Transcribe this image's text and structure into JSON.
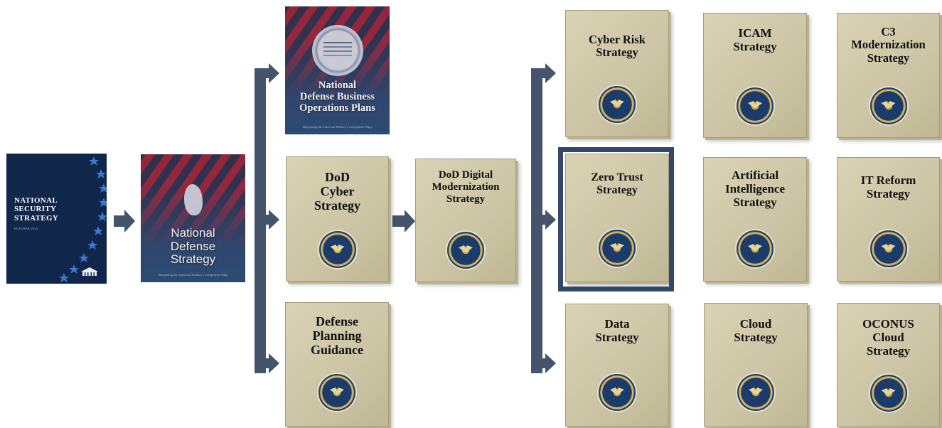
{
  "colors": {
    "connector": "#44546a",
    "highlight": "#33476a",
    "document": "#d9d2b4",
    "nss_cover": "#10264b"
  },
  "documents": {
    "nss": {
      "title": "NATIONAL\nSECURITY\nSTRATEGY",
      "subtitle": "OCTOBER 2022"
    },
    "nds": {
      "title": "National\nDefense\nStrategy",
      "fine_print": "Sharpening the American Military's Competitive Edge"
    },
    "ndbop": {
      "title": "National\nDefense Business\nOperations Plans",
      "fine_print": "Sharpening the American Military's Competitive Edge"
    },
    "dod_cyber": {
      "title": "DoD\nCyber\nStrategy"
    },
    "dpg": {
      "title": "Defense\nPlanning\nGuidance"
    },
    "digital_mod": {
      "title": "DoD Digital\nModernization\nStrategy"
    },
    "cyber_risk": {
      "title": "Cyber Risk\nStrategy"
    },
    "icam": {
      "title": "ICAM\nStrategy"
    },
    "c3": {
      "title": "C3\nModernization\nStrategy"
    },
    "zero_trust": {
      "title": "Zero Trust\nStrategy"
    },
    "ai": {
      "title": "Artificial\nIntelligence\nStrategy"
    },
    "it_reform": {
      "title": "IT Reform\nStrategy"
    },
    "data": {
      "title": "Data\nStrategy"
    },
    "cloud": {
      "title": "Cloud\nStrategy"
    },
    "oconus": {
      "title": "OCONUS\nCloud\nStrategy"
    }
  }
}
